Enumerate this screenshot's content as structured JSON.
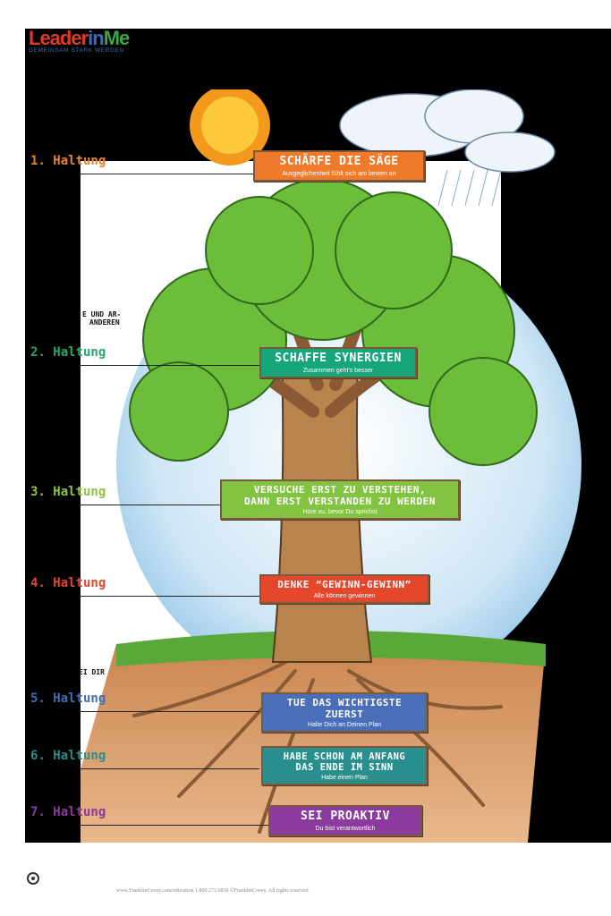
{
  "logo": {
    "part1": "Leader",
    "part2": "in",
    "part3": "Me",
    "tagline": "GEMEINSAM STARK WERDEN"
  },
  "habits": [
    {
      "label": "7. Haltung",
      "color": "#e8832a"
    },
    {
      "label": "6. Haltung",
      "color": "#2aa56a"
    },
    {
      "label": "5. Haltung",
      "color": "#8cc43f"
    },
    {
      "label": "4. Haltung",
      "color": "#e2482e"
    },
    {
      "label": "3. Haltung",
      "color": "#3f6fb4"
    },
    {
      "label": "2. Haltung",
      "color": "#2a8f8a"
    },
    {
      "label": "1. Haltung",
      "color": "#8a3a9c"
    }
  ],
  "signs": {
    "s7": {
      "title": "SCHÄRFE DIE SÄGE",
      "sub": "Ausgeglichenheit fühlt sich am besten an",
      "color": "#ee7a2a"
    },
    "s6": {
      "title": "SCHAFFE SYNERGIEN",
      "sub": "Zusammen geht's besser",
      "color": "#17a57a"
    },
    "s5": {
      "title1": "VERSUCHE ERST ZU VERSTEHEN,",
      "title2": "DANN ERST VERSTANDEN ZU WERDEN",
      "sub": "Höre zu, bevor Du sprichst",
      "color": "#82c341"
    },
    "s4": {
      "title": "DENKE “GEWINN-GEWINN”",
      "sub": "Alle können gewinnen",
      "color": "#e5472d"
    },
    "s3": {
      "title1": "TUE DAS WICHTIGSTE",
      "title2": "ZUERST",
      "sub": "Halte Dich an Deinen Plan",
      "color": "#4a6fb8"
    },
    "s2": {
      "title1": "HABE SCHON AM ANFANG",
      "title2": "DAS ENDE IM SINN",
      "sub": "Habe einen Plan",
      "color": "#2a8f8c"
    },
    "s1": {
      "title": "SEI PROAKTIV",
      "sub": "Du bist verantwortlich",
      "color": "#8b3a9e"
    }
  },
  "side_texts": {
    "t1a": "E UND AR-",
    "t1b": "ANDEREN",
    "t2": "EI DIR"
  },
  "footer": "www.FranklinCovey.com/education     1.800.272.6839     ©FranklinCovey. All rights reserved."
}
